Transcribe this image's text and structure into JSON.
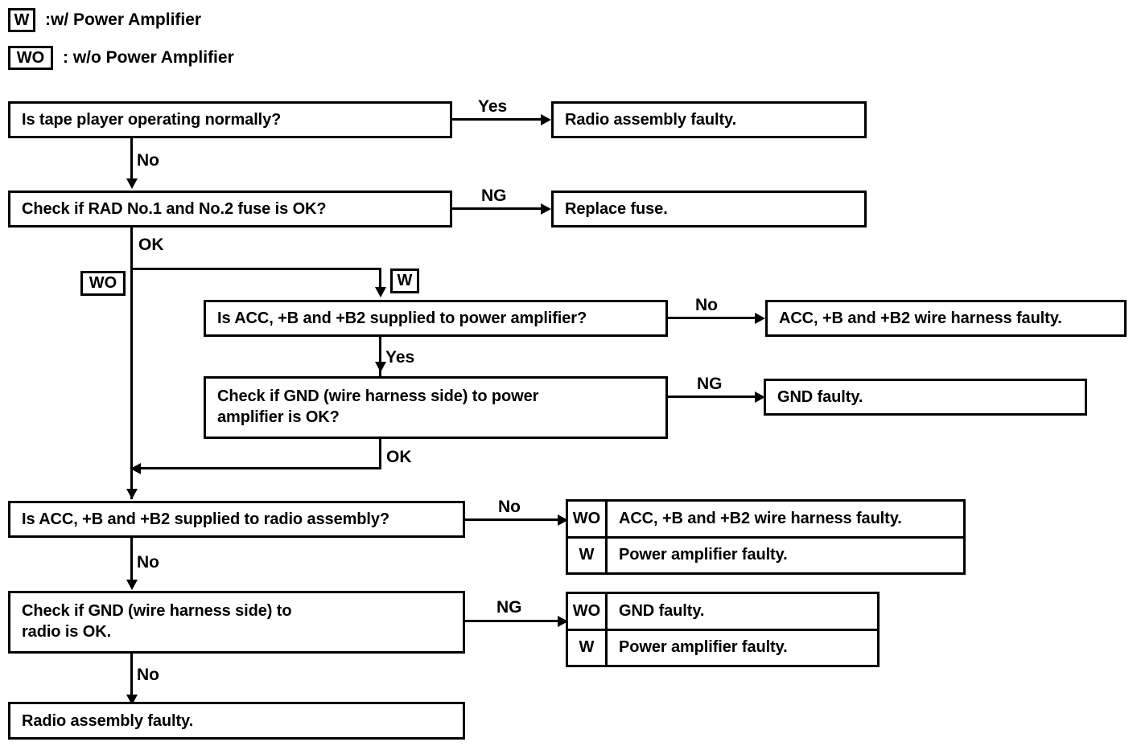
{
  "legend": [
    {
      "chip": "W",
      "text": ":w/ Power Amplifier"
    },
    {
      "chip": "WO",
      "text": ": w/o Power Amplifier"
    }
  ],
  "markers": {
    "wo_branch": "WO",
    "w_branch": "W"
  },
  "nodes": {
    "tape_player": "Is tape player operating normally?",
    "radio_faulty_top": "Radio assembly faulty.",
    "fuse_check": "Check if RAD No.1 and No.2 fuse is OK?",
    "replace_fuse": "Replace fuse.",
    "amp_supply": "Is ACC, +B and +B2 supplied to power amplifier?",
    "amp_harness_faulty": "ACC, +B and +B2 wire harness faulty.",
    "amp_gnd_check_line1": "Check if GND (wire harness side) to power",
    "amp_gnd_check_line2": "amplifier is OK?",
    "gnd_faulty": "GND faulty.",
    "radio_supply": "Is ACC, +B and +B2 supplied to radio assembly?",
    "radio_gnd_check_line1": "Check if GND (wire harness side) to",
    "radio_gnd_check_line2": "radio is OK.",
    "radio_faulty_bottom": "Radio assembly faulty."
  },
  "result_tables": {
    "radio_supply_no": [
      {
        "tag": "WO",
        "text": "ACC, +B and +B2 wire harness faulty."
      },
      {
        "tag": "W",
        "text": "Power amplifier faulty."
      }
    ],
    "radio_gnd_ng": [
      {
        "tag": "WO",
        "text": "GND faulty."
      },
      {
        "tag": "W",
        "text": "Power amplifier faulty."
      }
    ]
  },
  "edge_labels": {
    "tape_yes": "Yes",
    "tape_no": "No",
    "fuse_ng": "NG",
    "fuse_ok": "OK",
    "amp_supply_no": "No",
    "amp_supply_yes": "Yes",
    "amp_gnd_ng": "NG",
    "amp_gnd_ok": "OK",
    "radio_supply_no": "No",
    "radio_supply_down_no": "No",
    "radio_gnd_ng": "NG",
    "radio_gnd_no": "No"
  },
  "colors": {
    "ink": "#000000",
    "paper": "#ffffff"
  }
}
